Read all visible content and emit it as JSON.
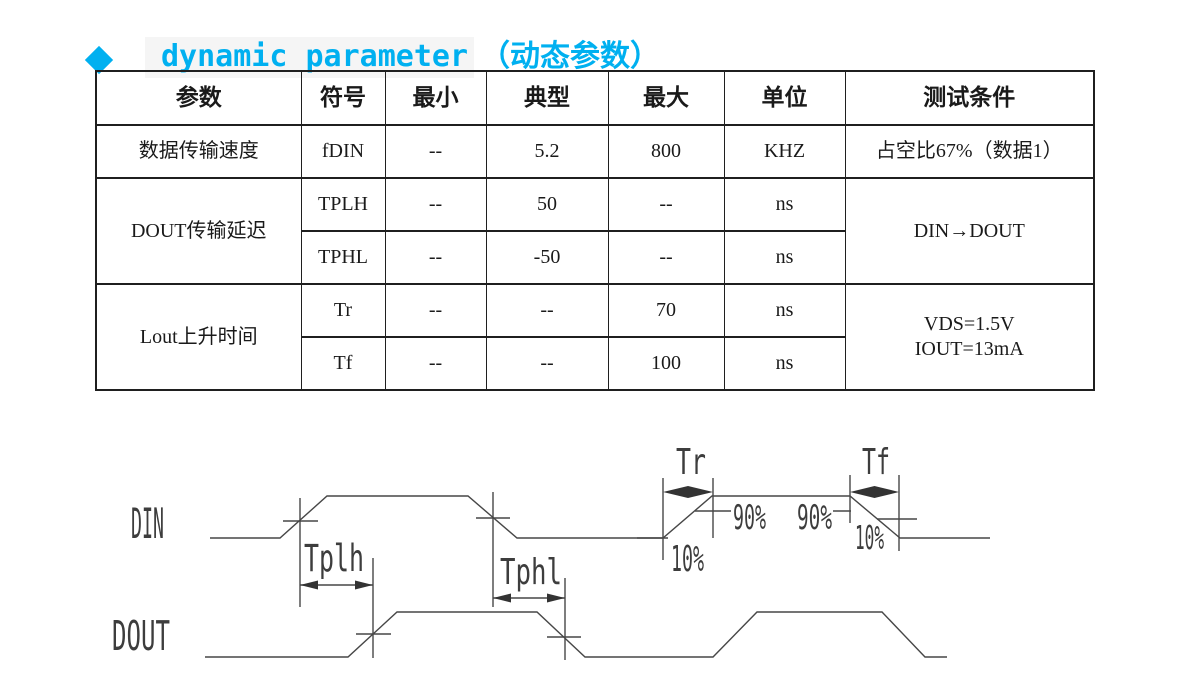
{
  "title": {
    "en": "dynamic parameter",
    "zh": "（动态参数）"
  },
  "colors": {
    "accent": "#00b0f0",
    "title_highlight": "#f5f5f5",
    "table_border": "#1f1f1f",
    "diagram_line": "#474747"
  },
  "table": {
    "headers": [
      "参数",
      "符号",
      "最小",
      "典型",
      "最大",
      "单位",
      "测试条件"
    ],
    "rows": [
      {
        "param": "数据传输速度",
        "symbol": "fDIN",
        "min": "--",
        "typ": "5.2",
        "max": "800",
        "unit": "KHZ",
        "cond": "占空比67%（数据1）"
      },
      {
        "param": "DOUT传输延迟",
        "symbol": "TPLH",
        "min": "--",
        "typ": "50",
        "max": "--",
        "unit": "ns",
        "cond": "DIN→DOUT"
      },
      {
        "symbol": "TPHL",
        "min": "--",
        "typ": "-50",
        "max": "--",
        "unit": "ns"
      },
      {
        "param": "Lout上升时间",
        "symbol": "Tr",
        "min": "--",
        "typ": "--",
        "max": "70",
        "unit": "ns",
        "cond_line1": "VDS=1.5V",
        "cond_line2": "IOUT=13mA"
      },
      {
        "symbol": "Tf",
        "min": "--",
        "typ": "--",
        "max": "100",
        "unit": "ns"
      }
    ]
  },
  "diagram": {
    "din_label": "DIN",
    "dout_label": "DOUT",
    "tplh": "Tplh",
    "tphl": "Tphl",
    "tr": "Tr",
    "tf": "Tf",
    "pct_10_rise": "10%",
    "pct_90_rise": "90%",
    "pct_90_fall": "90%",
    "pct_10_fall": "10%"
  }
}
